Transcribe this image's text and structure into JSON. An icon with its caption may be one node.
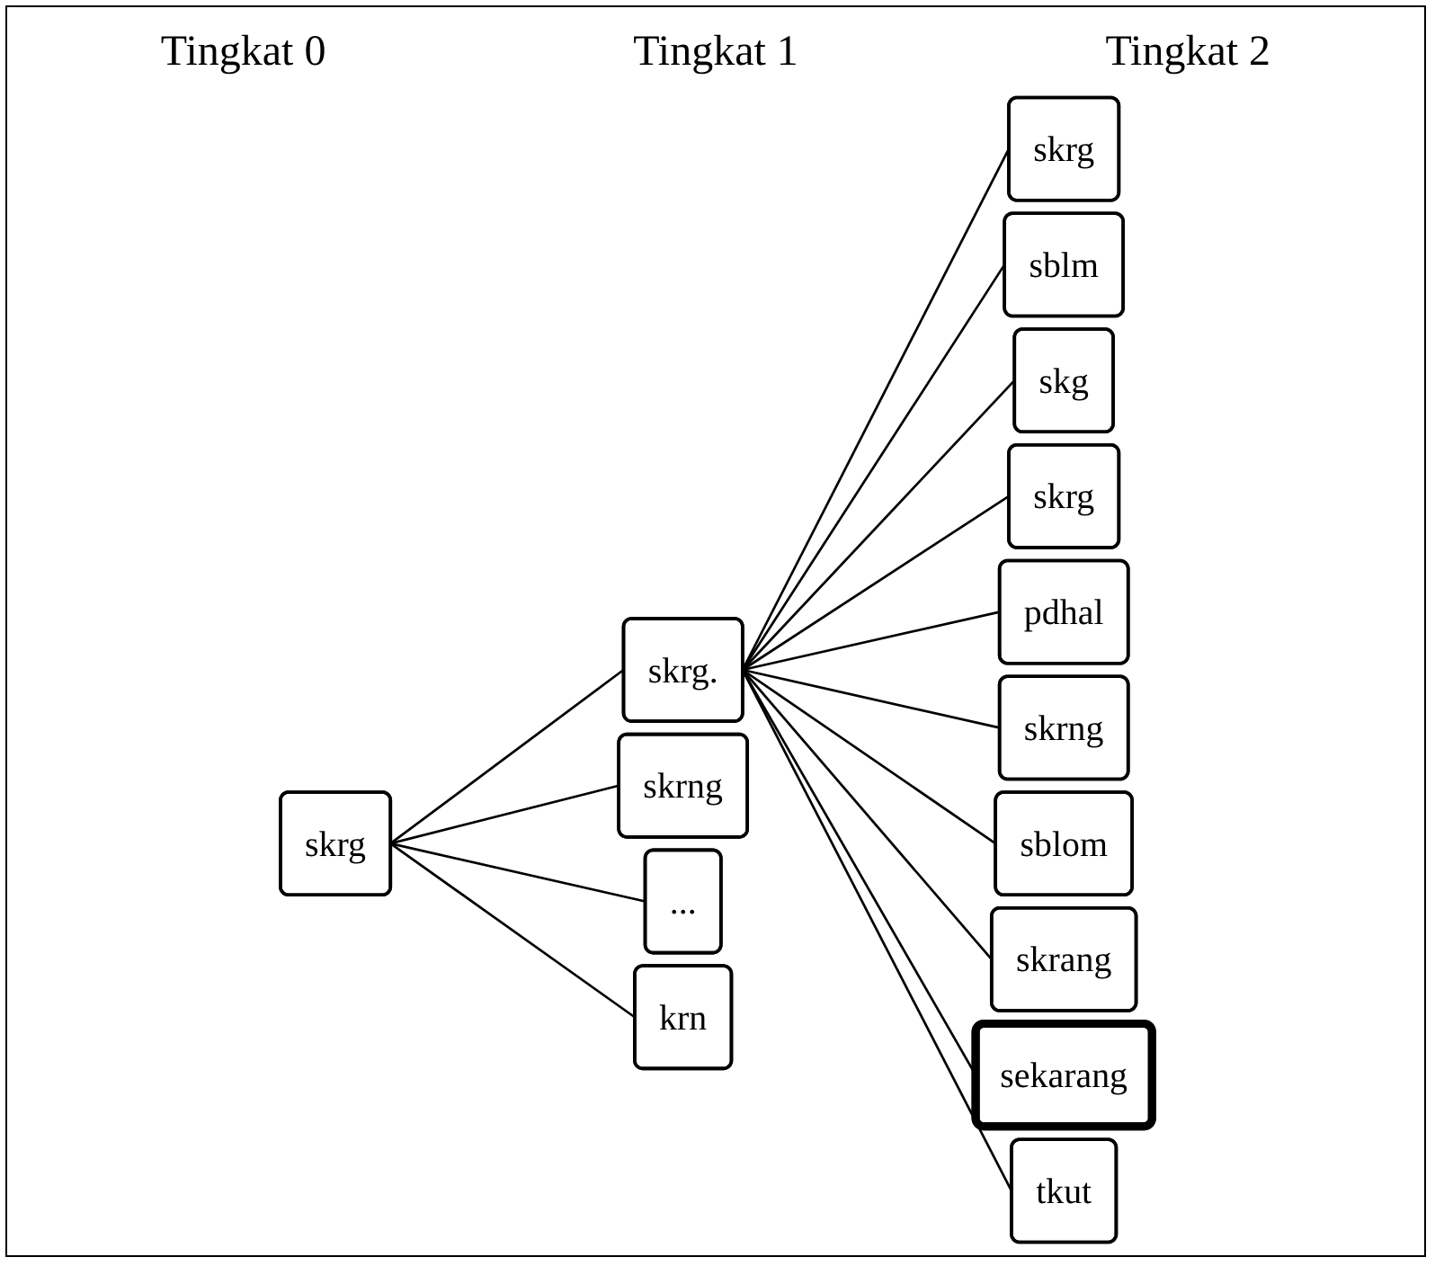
{
  "diagram": {
    "nodes": [
      {
        "text": [
          "skrg"
        ]
      },
      {
        "text": [
          "skrg."
        ]
      },
      {
        "text": [
          "skrng"
        ]
      },
      {
        "text": [
          "..."
        ]
      },
      {
        "text": [
          "krn"
        ]
      },
      {
        "text": [
          "skrg"
        ]
      },
      {
        "text": [
          "sblm"
        ]
      },
      {
        "text": [
          "skg"
        ]
      },
      {
        "text": [
          "skrg"
        ]
      },
      {
        "text": [
          "pdhal"
        ]
      },
      {
        "text": [
          "skrng"
        ]
      },
      {
        "text": [
          "sblom"
        ]
      },
      {
        "text": [
          "skrang"
        ]
      },
      {
        "text": [
          "sekarang"
        ]
      },
      {
        "text": [
          "tkut"
        ]
      }
    ],
    "edges": [
      {
        "from": 0,
        "to": 1,
        "arrow": "none"
      },
      {
        "from": 0,
        "to": 2,
        "arrow": "none"
      },
      {
        "from": 0,
        "to": 3,
        "arrow": "none"
      },
      {
        "from": 0,
        "to": 4,
        "arrow": "none"
      },
      {
        "from": 1,
        "to": 5,
        "arrow": "none"
      },
      {
        "from": 1,
        "to": 6,
        "arrow": "none"
      },
      {
        "from": 1,
        "to": 7,
        "arrow": "none"
      },
      {
        "from": 1,
        "to": 8,
        "arrow": "none"
      },
      {
        "from": 1,
        "to": 9,
        "arrow": "none"
      },
      {
        "from": 1,
        "to": 10,
        "arrow": "none"
      },
      {
        "from": 1,
        "to": 11,
        "arrow": "none"
      },
      {
        "from": 1,
        "to": 12,
        "arrow": "none"
      },
      {
        "from": 1,
        "to": 13,
        "arrow": "none"
      },
      {
        "from": 1,
        "to": 14,
        "arrow": "none"
      }
    ],
    "labels": [
      "Tingkat 0",
      "Tingkat 1",
      "Tingkat 2"
    ]
  }
}
